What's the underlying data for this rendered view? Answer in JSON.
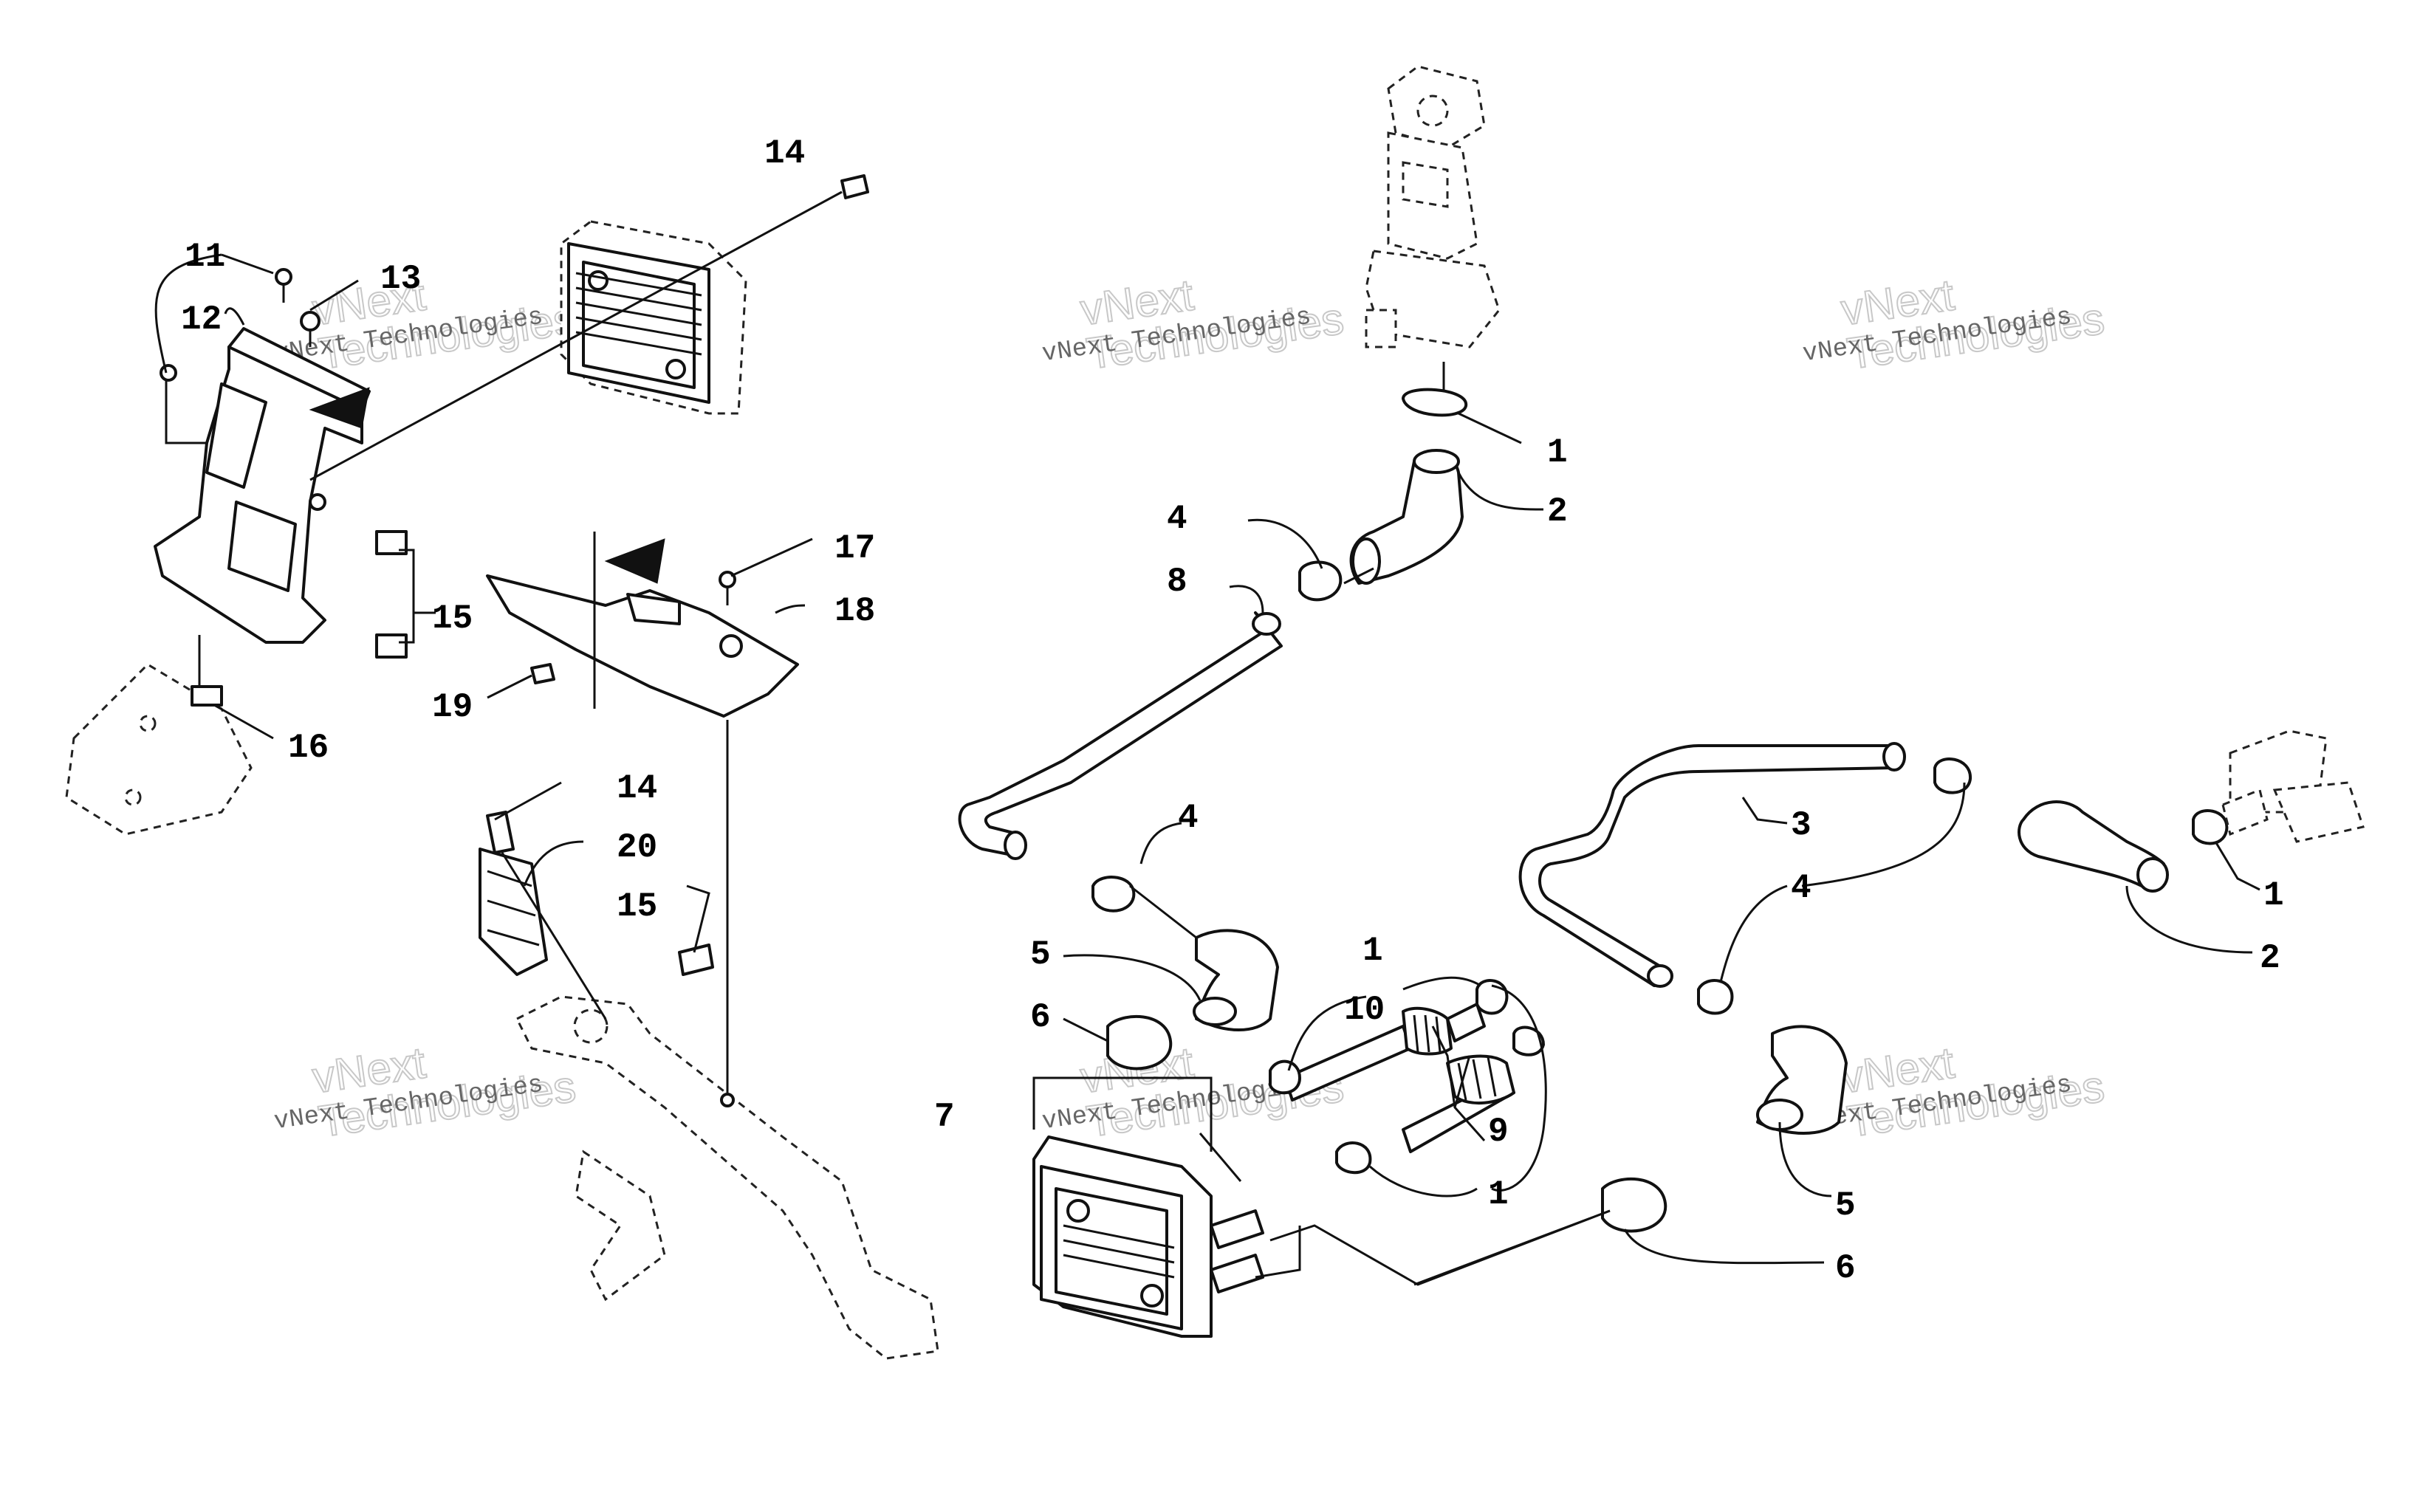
{
  "watermark": {
    "line1": "vNext Technologies",
    "line2": "vNext\nTechnologies"
  },
  "callouts": [
    "1",
    "2",
    "3",
    "4",
    "5",
    "6",
    "7",
    "8",
    "9",
    "10",
    "11",
    "12",
    "13",
    "14",
    "15",
    "16",
    "17",
    "18",
    "19",
    "20"
  ],
  "colors": {
    "ink": "#111111",
    "background": "#ffffff",
    "watermark": "#c8c8c8"
  }
}
